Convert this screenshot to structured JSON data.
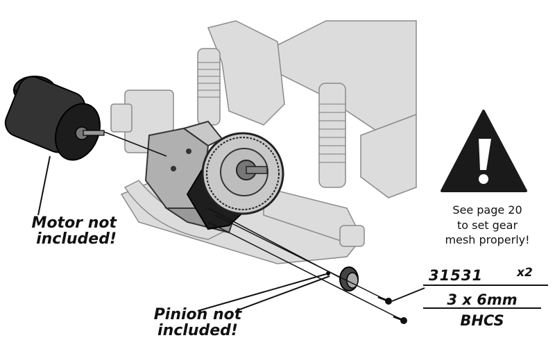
{
  "callouts": {
    "motor_line1": "Motor not",
    "motor_line2": "included!",
    "pinion_line1": "Pinion not",
    "pinion_line2": "included!"
  },
  "warning": {
    "icon": "warning-triangle-icon",
    "line1": "See page 20",
    "line2": "to set gear",
    "line3": "mesh properly!"
  },
  "hardware": {
    "part_number": "31531",
    "quantity": "x2",
    "size": "3 x 6mm",
    "type": "BHCS"
  },
  "colors": {
    "ink": "#111111",
    "chassis": "#d9d9d9",
    "chassis_edge": "#8c8c8c",
    "motor": "#3a3a3a",
    "mount": "#a6a6a6"
  }
}
